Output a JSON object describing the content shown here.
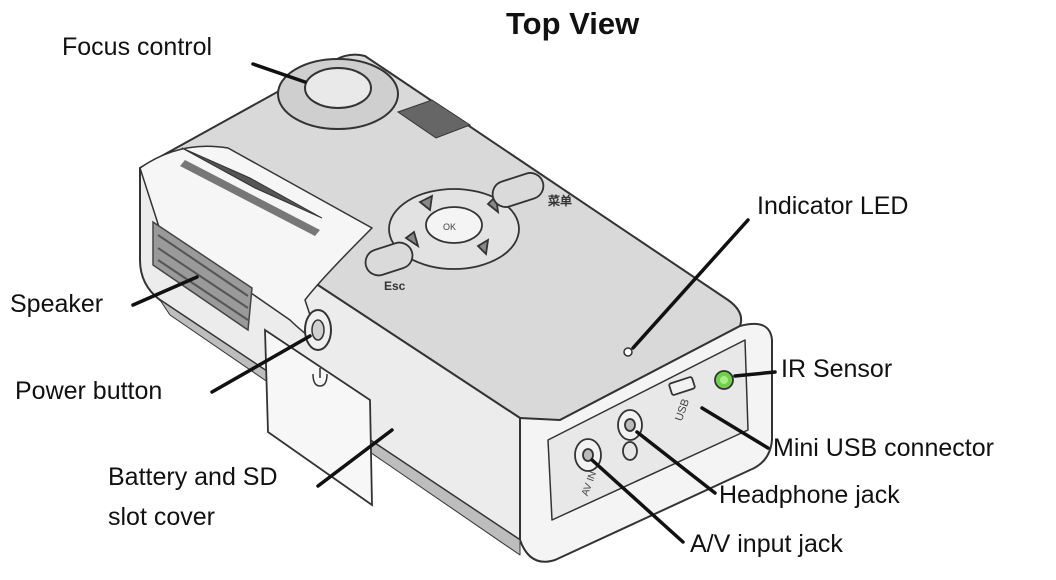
{
  "title": "Top View",
  "labels": {
    "focus_control": "Focus control",
    "indicator_led": "Indicator LED",
    "speaker": "Speaker",
    "ir_sensor": "IR Sensor",
    "power_button": "Power button",
    "mini_usb_connector": "Mini USB connector",
    "battery_sd_line1": "Battery and SD",
    "battery_sd_line2": "slot cover",
    "headphone_jack": "Headphone jack",
    "av_input_jack": "A/V input jack"
  },
  "device_markings": {
    "esc": "Esc",
    "ok": "OK",
    "usb": "USB",
    "av_in": "AV IN"
  },
  "colors": {
    "ir_sensor": "#6fd04a",
    "body": "#e6e6e6",
    "outline": "#333333"
  }
}
